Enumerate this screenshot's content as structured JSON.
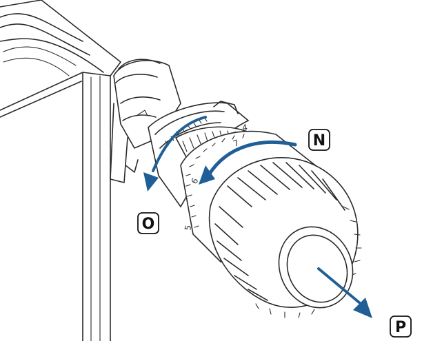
{
  "callouts": {
    "n": "N",
    "o": "O",
    "p": "P"
  },
  "dial_scale": {
    "numbers": [
      "7",
      "6",
      "5",
      "4"
    ]
  },
  "colors": {
    "arrow": "#1f5f96",
    "line": "#2a2a2a",
    "background": "#ffffff"
  },
  "icons": [
    "radiator",
    "valve-body",
    "thermostatic-head",
    "rotate-arrow",
    "pull-arrow"
  ]
}
